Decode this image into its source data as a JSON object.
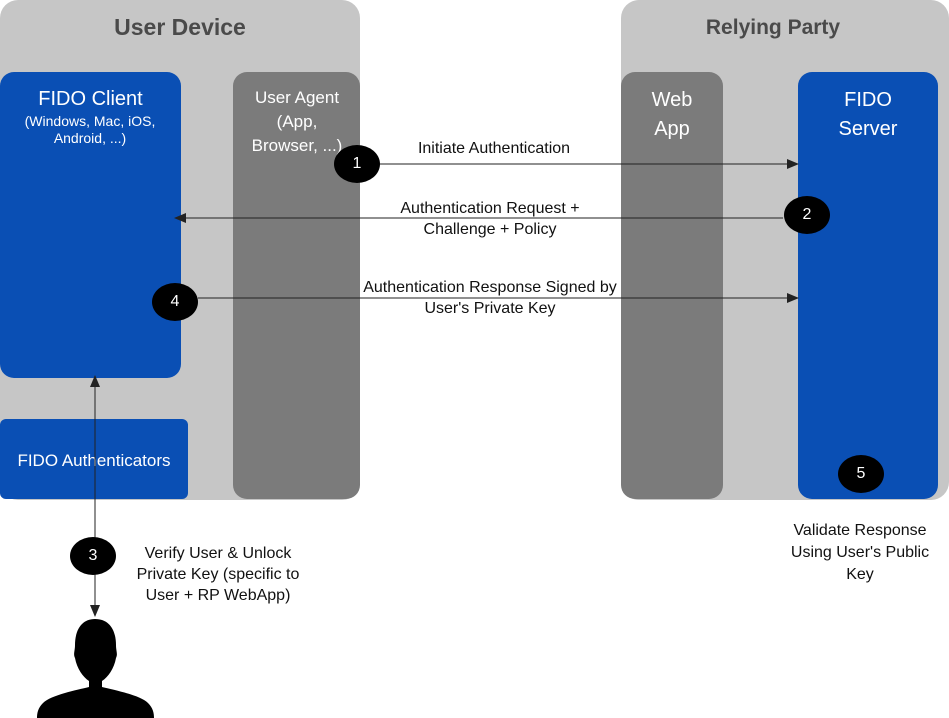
{
  "sections": {
    "user_device": "User Device",
    "relying_party": "Relying Party"
  },
  "boxes": {
    "fido_client_title": "FIDO Client",
    "fido_client_platforms": "(Windows, Mac, iOS, Android, ...)",
    "user_agent": "User Agent (App, Browser, ...)",
    "web_app": "Web App",
    "fido_server": "FIDO Server",
    "fido_authenticators": "FIDO Authenticators"
  },
  "steps": [
    {
      "number": "1",
      "label": "Initiate Authentication"
    },
    {
      "number": "2",
      "label": "Authentication Request + Challenge + Policy"
    },
    {
      "number": "3",
      "label": "Verify User & Unlock Private Key (specific to User + RP WebApp)"
    },
    {
      "number": "4",
      "label": "Authentication Response Signed by User's Private Key"
    },
    {
      "number": "5",
      "label": "Validate Response Using User's Public Key"
    }
  ],
  "icons": {
    "user": "user-silhouette-icon"
  },
  "colors": {
    "section_bg": "#c6c6c6",
    "agent_bg": "#7b7b7b",
    "fido_blue": "#0a4fb4",
    "badge": "#000000"
  }
}
